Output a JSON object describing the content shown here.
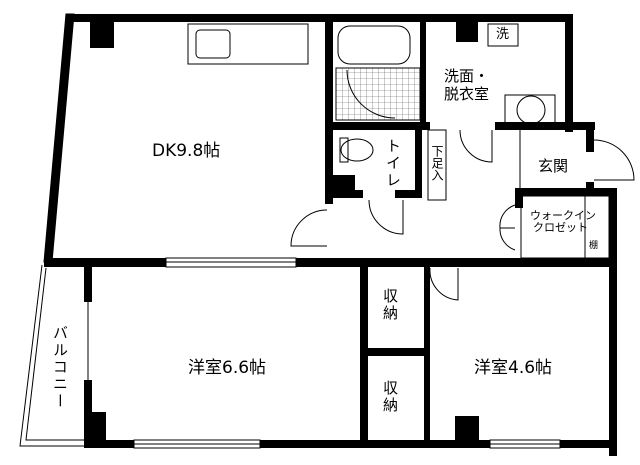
{
  "rooms": {
    "dk": "DK9.8帖",
    "western_a": "洋室6.6帖",
    "western_b": "洋室4.6帖",
    "washroom_line1": "洗面・",
    "washroom_line2": "脱衣室",
    "washer": "洗",
    "toilet": "トイレ",
    "shoe_storage": "下足入",
    "entrance": "玄関",
    "closet_line1": "ウォークイン",
    "closet_line2": "クロゼット",
    "shelf": "棚",
    "storage_1": "収納",
    "storage_2": "収納",
    "balcony": "バルコニー"
  },
  "colors": {
    "wall": "#000000",
    "line": "#333333"
  }
}
